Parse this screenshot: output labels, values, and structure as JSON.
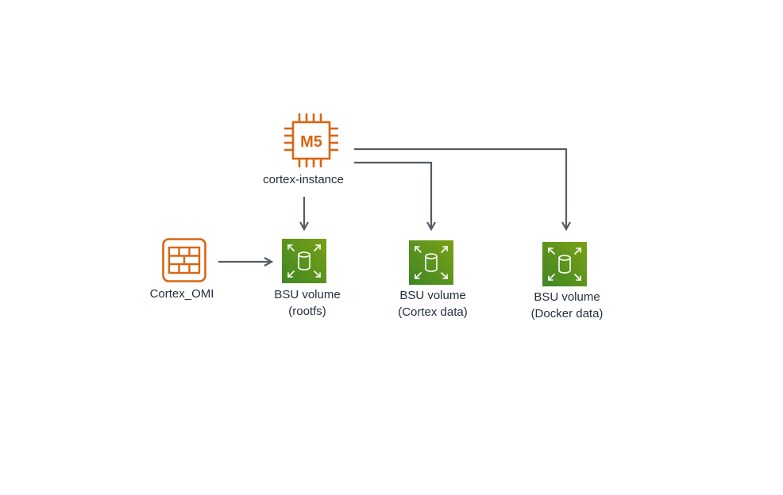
{
  "colors": {
    "compute_orange": "#d86613",
    "storage_green_light": "#7aa116",
    "storage_green_dark": "#3f8624",
    "arrow": "#545b64",
    "text": "#232f3e"
  },
  "instance": {
    "icon": "ec2-m5-instance-icon",
    "chip_text": "M5",
    "label": "cortex-instance"
  },
  "image": {
    "icon": "ami-image-icon",
    "label": "Cortex_OMI"
  },
  "volumes": [
    {
      "icon": "ebs-volume-icon",
      "line1": "BSU volume",
      "line2": "(rootfs)"
    },
    {
      "icon": "ebs-volume-icon",
      "line1": "BSU volume",
      "line2": "(Cortex data)"
    },
    {
      "icon": "ebs-volume-icon",
      "line1": "BSU volume",
      "line2": "(Docker data)"
    }
  ]
}
